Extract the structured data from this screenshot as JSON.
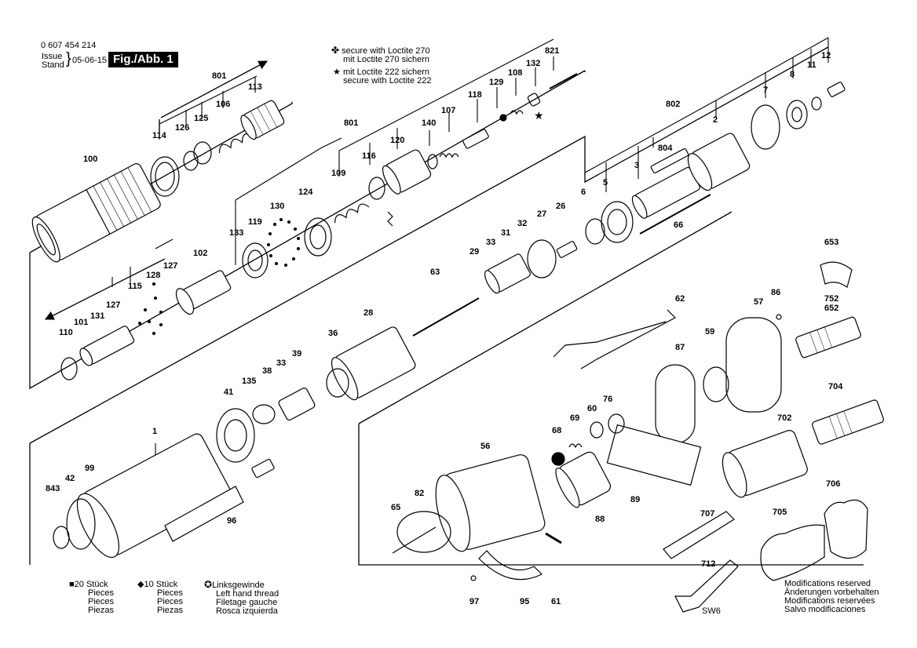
{
  "header": {
    "doc_number": "0 607 454 214",
    "issue_label": "Issue",
    "stand_label": "Stand",
    "issue_date": "05-06-15",
    "figure_label": "Fig./Abb. 1"
  },
  "loctite_notes": [
    {
      "symbol": "✤",
      "lines": [
        "secure with Loctite 270",
        "mit Loctite 270 sichern"
      ]
    },
    {
      "symbol": "★",
      "lines": [
        "mit Loctite 222 sichern",
        "secure with Loctite 222"
      ]
    }
  ],
  "legend": {
    "pieces20": {
      "symbol": "■",
      "lines": [
        "20 Stück",
        "Pieces",
        "Pieces",
        "Piezas"
      ]
    },
    "pieces10": {
      "symbol": "◆",
      "lines": [
        "10 Stück",
        "Pieces",
        "Pieces",
        "Piezas"
      ]
    },
    "left_thread": {
      "symbol": "✪",
      "lines": [
        "Linksgewinde",
        "Left hand thread",
        "Filetage gauche",
        "Rosca izquierda"
      ]
    }
  },
  "modifications": [
    "Modifications reserved",
    "Änderungen vorbehalten",
    "Modifications reservées",
    "Salvo modificaciones"
  ],
  "part_labels": {
    "p100": "100",
    "p114": "114",
    "p126": "126",
    "p125": "125",
    "p106": "106",
    "p113": "113",
    "p801a": "801",
    "p801b": "801",
    "p140": "140",
    "p107": "107",
    "p118": "118",
    "p129": "129",
    "p108": "108",
    "p132": "132",
    "p821": "821",
    "p120": "120",
    "p116": "116",
    "p109": "109",
    "p124": "124",
    "p130": "130",
    "p133": "133",
    "p119": "119",
    "p102": "102",
    "p127a": "127",
    "p128": "128",
    "p115": "115",
    "p127b": "127",
    "p131": "131",
    "p101": "101",
    "p110": "110",
    "p802": "802",
    "p804": "804",
    "p3": "3",
    "p2": "2",
    "p7": "7",
    "p8": "8",
    "p11": "11",
    "p12": "12",
    "p6": "6",
    "p5": "5",
    "p66": "66",
    "p26": "26",
    "p27": "27",
    "p32": "32",
    "p31": "31",
    "p33a": "33",
    "p29": "29",
    "p63": "63",
    "p28": "28",
    "p36": "36",
    "p39": "39",
    "p33b": "33",
    "p38": "38",
    "p41": "41",
    "p135": "135",
    "p1": "1",
    "p99": "99",
    "p42": "42",
    "p843": "843",
    "p96": "96",
    "p653": "653",
    "p62": "62",
    "p86": "86",
    "p57": "57",
    "p752": "752",
    "p652": "652",
    "p87": "87",
    "p59": "59",
    "p704": "704",
    "p702": "702",
    "p76": "76",
    "p60": "60",
    "p69": "69",
    "p68": "68",
    "p56": "56",
    "p89": "89",
    "p88": "88",
    "p82": "82",
    "p65": "65",
    "p61": "61",
    "p95": "95",
    "p97": "97",
    "p706": "706",
    "p705": "705",
    "p707": "707",
    "p712": "712",
    "sw6": "SW6"
  }
}
